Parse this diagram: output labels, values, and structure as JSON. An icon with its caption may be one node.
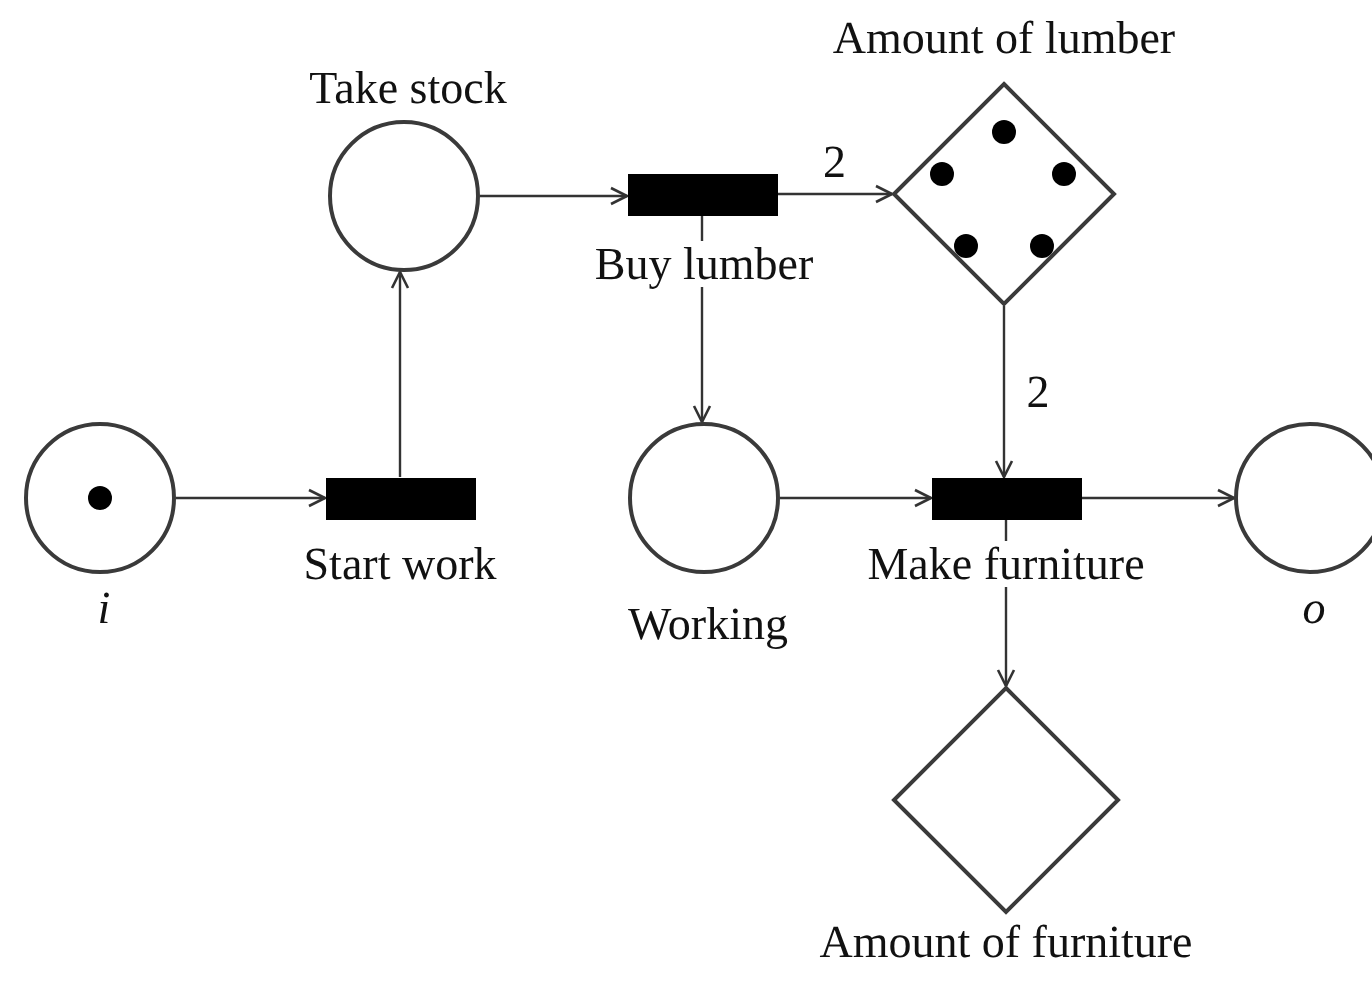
{
  "diagram": {
    "nodes": [
      {
        "text": [
          "Amount of lumber"
        ]
      },
      {
        "text": [
          "Take stock"
        ]
      },
      {
        "text": [
          "Buy lumber"
        ]
      },
      {
        "text": [
          "i"
        ]
      },
      {
        "text": [
          "Start work"
        ]
      },
      {
        "text": [
          "Working"
        ]
      },
      {
        "text": [
          "Make furniture"
        ]
      },
      {
        "text": [
          "o"
        ]
      },
      {
        "text": [
          "Amount of furniture"
        ]
      }
    ],
    "edges": [
      {
        "from": 3,
        "to": 4,
        "arrow": "to"
      },
      {
        "from": 4,
        "to": 1,
        "arrow": "to"
      },
      {
        "from": 1,
        "to": 2,
        "arrow": "to"
      },
      {
        "from": 2,
        "to": 0,
        "arrow": "to",
        "label": "2"
      },
      {
        "from": 2,
        "to": 5,
        "arrow": "to"
      },
      {
        "from": 0,
        "to": 6,
        "arrow": "to",
        "label": "2"
      },
      {
        "from": 5,
        "to": 6,
        "arrow": "to"
      },
      {
        "from": 6,
        "to": 7,
        "arrow": "to"
      },
      {
        "from": 6,
        "to": 8,
        "arrow": "to"
      }
    ]
  }
}
